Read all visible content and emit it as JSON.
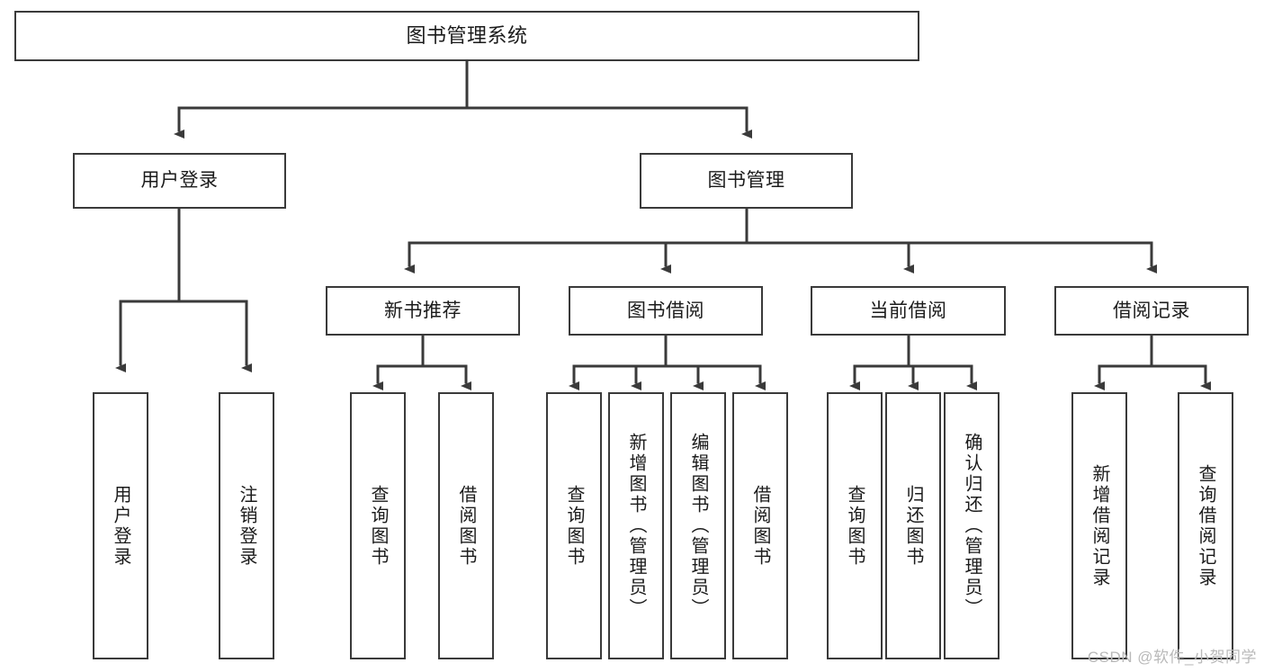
{
  "diagram": {
    "title": "图书管理系统",
    "type": "tree-hierarchy",
    "background_color": "#ffffff",
    "box_border_color": "#3a3a3a",
    "connector_color": "#3a3a3a",
    "text_color": "#1b1b1b"
  },
  "nodes": {
    "root": {
      "label": "图书管理系统",
      "level": 0
    },
    "level1": [
      {
        "id": "user-login",
        "label": "用户登录"
      },
      {
        "id": "book-management",
        "label": "图书管理"
      }
    ],
    "level2": [
      {
        "id": "new-book-recommend",
        "label": "新书推荐",
        "parent": "book-management"
      },
      {
        "id": "book-borrow",
        "label": "图书借阅",
        "parent": "book-management"
      },
      {
        "id": "current-borrow",
        "label": "当前借阅",
        "parent": "book-management"
      },
      {
        "id": "borrow-record",
        "label": "借阅记录",
        "parent": "book-management"
      }
    ],
    "leaves": {
      "user-login": [
        {
          "id": "leaf-user-login",
          "label": "用户登录"
        },
        {
          "id": "leaf-user-logout",
          "label": "注销登录"
        }
      ],
      "new-book-recommend": [
        {
          "id": "leaf-query-book-1",
          "label": "查询图书"
        },
        {
          "id": "leaf-borrow-book-1",
          "label": "借阅图书"
        }
      ],
      "book-borrow": [
        {
          "id": "leaf-query-book-2",
          "label": "查询图书"
        },
        {
          "id": "leaf-add-book",
          "label": "新增图书（管理员）"
        },
        {
          "id": "leaf-edit-book",
          "label": "编辑图书（管理员）"
        },
        {
          "id": "leaf-borrow-book-2",
          "label": "借阅图书"
        }
      ],
      "current-borrow": [
        {
          "id": "leaf-query-book-3",
          "label": "查询图书"
        },
        {
          "id": "leaf-return-book",
          "label": "归还图书"
        },
        {
          "id": "leaf-confirm-return",
          "label": "确认归还（管理员）"
        }
      ],
      "borrow-record": [
        {
          "id": "leaf-add-record",
          "label": "新增借阅记录"
        },
        {
          "id": "leaf-query-record",
          "label": "查询借阅记录"
        }
      ]
    }
  },
  "watermark": {
    "text": "CSDN @软件_小贺同学"
  }
}
